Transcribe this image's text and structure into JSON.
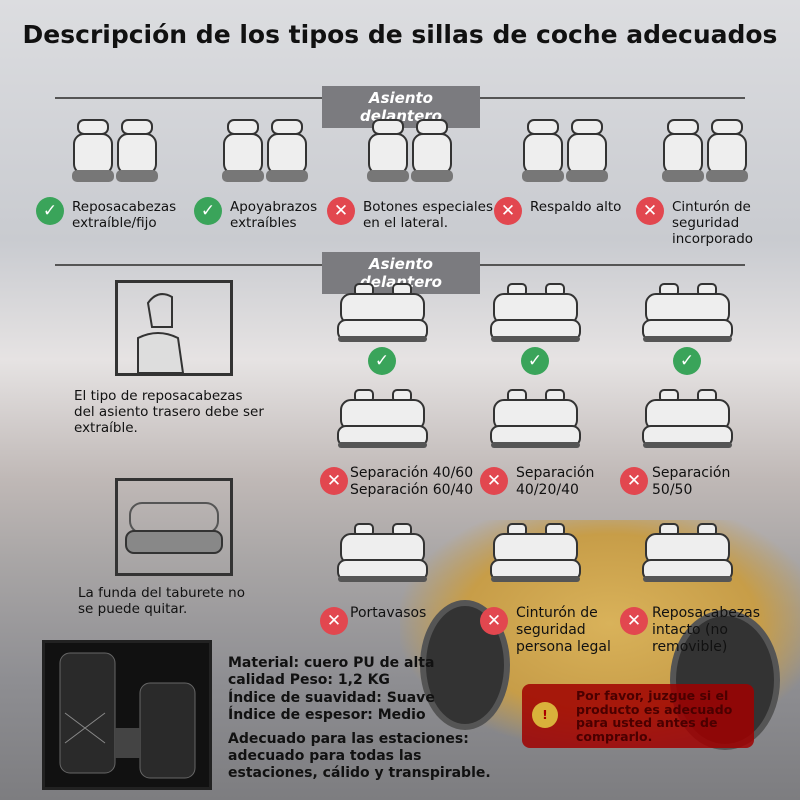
{
  "title": "Descripción de los tipos de sillas de coche adecuados",
  "section1": "Asiento delantero",
  "section2": "Asiento delantero",
  "front": [
    {
      "label": "Reposacabezas extraíble/fijo",
      "status": "ok"
    },
    {
      "label": "Apoyabrazos extraíbles",
      "status": "ok"
    },
    {
      "label": "Botones especiales en el lateral.",
      "status": "no"
    },
    {
      "label": "Respaldo alto",
      "status": "no"
    },
    {
      "label": "Cinturón de seguridad incorporado",
      "status": "no"
    }
  ],
  "rear_left": [
    {
      "label": "El tipo de reposacabezas del asiento trasero debe ser extraíble."
    },
    {
      "label": "La funda del taburete no se puede quitar."
    }
  ],
  "rear_grid": [
    {
      "label": "",
      "status": "ok"
    },
    {
      "label": "",
      "status": "ok"
    },
    {
      "label": "",
      "status": "ok"
    },
    {
      "label": "Separación 40/60 Separación 60/40",
      "status": "no"
    },
    {
      "label": "Separación 40/20/40",
      "status": "no"
    },
    {
      "label": "Separación 50/50",
      "status": "no"
    },
    {
      "label": "Portavasos",
      "status": "no"
    },
    {
      "label": "Cinturón de seguridad persona legal",
      "status": "no"
    },
    {
      "label": "Reposacabezas intacto (no removible)",
      "status": "no"
    }
  ],
  "specs": {
    "material": "Material: cuero PU de alta calidad Peso: 1,2 KG",
    "softness": "Índice de suavidad: Suave",
    "thickness": "Índice de espesor: Medio",
    "seasons": "Adecuado para las estaciones: adecuado para todas las estaciones, cálido y transpirable."
  },
  "warning": "Por favor, juzgue si el producto es adecuado para usted antes de comprarlo.",
  "icons": {
    "ok": "check-icon",
    "no": "cross-icon"
  },
  "colors": {
    "ok": "#3aa45a",
    "no": "#e2474f",
    "badge": "#7b7b7f",
    "warning": "#a00000"
  }
}
